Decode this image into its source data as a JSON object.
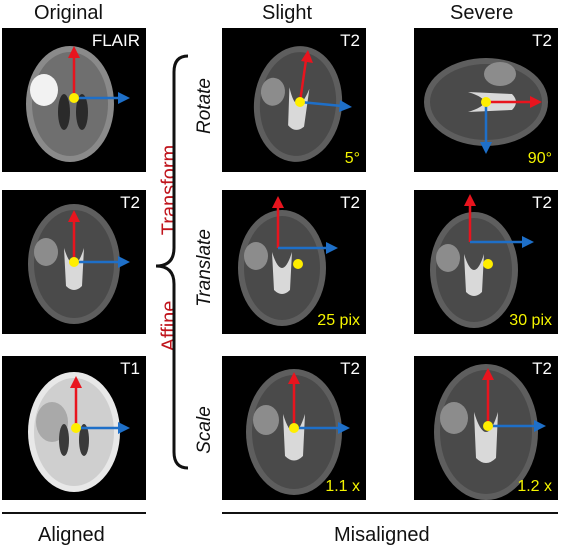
{
  "headers": {
    "original": "Original",
    "slight": "Slight",
    "severe": "Severe"
  },
  "transform_group": {
    "top": "Transform",
    "bottom": "Affine"
  },
  "rows": [
    {
      "name": "Rotate",
      "original_modality": "FLAIR",
      "slight": {
        "modality": "T2",
        "value": "5°"
      },
      "severe": {
        "modality": "T2",
        "value": "90°"
      }
    },
    {
      "name": "Translate",
      "original_modality": "T2",
      "slight": {
        "modality": "T2",
        "value": "25 pix"
      },
      "severe": {
        "modality": "T2",
        "value": "30 pix"
      }
    },
    {
      "name": "Scale",
      "original_modality": "T1",
      "slight": {
        "modality": "T2",
        "value": "1.1 x"
      },
      "severe": {
        "modality": "T2",
        "value": "1.2 x"
      }
    }
  ],
  "footers": {
    "aligned": "Aligned",
    "misaligned": "Misaligned"
  },
  "colors": {
    "y_axis_arrow": "#e8141e",
    "x_axis_arrow": "#1e6fc8",
    "center_dot": "#ffee00",
    "affine_text": "#c0141c",
    "value_text": "#f5f500"
  }
}
